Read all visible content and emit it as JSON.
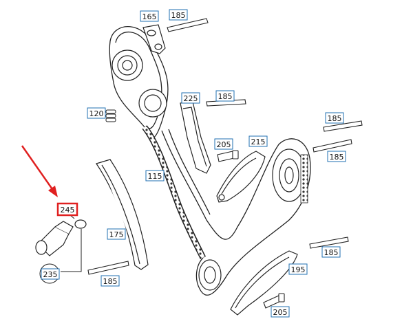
{
  "diagram": {
    "parts": [
      {
        "id": "p165",
        "label": "165"
      },
      {
        "id": "p185a",
        "label": "185"
      },
      {
        "id": "p225",
        "label": "225"
      },
      {
        "id": "p185b",
        "label": "185"
      },
      {
        "id": "p120",
        "label": "120"
      },
      {
        "id": "p205a",
        "label": "205"
      },
      {
        "id": "p215",
        "label": "215"
      },
      {
        "id": "p185c",
        "label": "185"
      },
      {
        "id": "p185d",
        "label": "185"
      },
      {
        "id": "p115",
        "label": "115"
      },
      {
        "id": "p245",
        "label": "245",
        "highlighted": true
      },
      {
        "id": "p175",
        "label": "175"
      },
      {
        "id": "p185e",
        "label": "185"
      },
      {
        "id": "p235",
        "label": "235"
      },
      {
        "id": "p185f",
        "label": "185"
      },
      {
        "id": "p195",
        "label": "195"
      },
      {
        "id": "p205b",
        "label": "205"
      }
    ],
    "colors": {
      "label_box": "#1f6fb2",
      "highlight": "#e02020",
      "arrow": "#e02020",
      "line": "#222222"
    }
  }
}
